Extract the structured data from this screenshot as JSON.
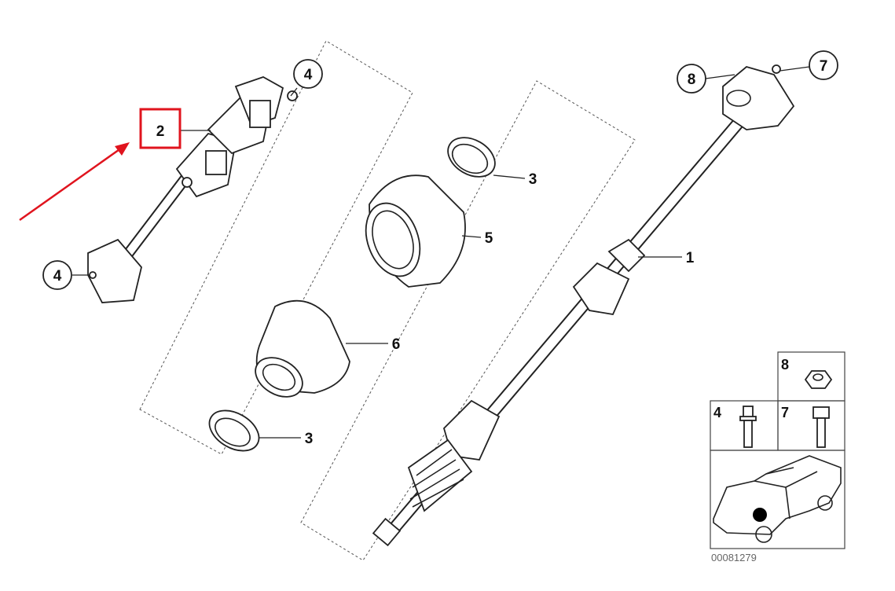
{
  "diagram": {
    "callouts": {
      "part_1": "1",
      "part_2": "2",
      "part_3_upper": "3",
      "part_3_lower": "3",
      "part_4_upper": "4",
      "part_4_lower": "4",
      "part_5": "5",
      "part_6": "6",
      "part_7": "7",
      "part_8": "8"
    },
    "highlight": {
      "part": "2",
      "color": "#e0141e"
    },
    "legend": {
      "cells": [
        {
          "label": "8",
          "icon": "hex-nut"
        },
        {
          "label": "4",
          "icon": "torx-bolt"
        },
        {
          "label": "7",
          "icon": "hex-bolt"
        }
      ],
      "car_icon": "sedan-location-marker"
    },
    "diagram_id": "00081279"
  }
}
